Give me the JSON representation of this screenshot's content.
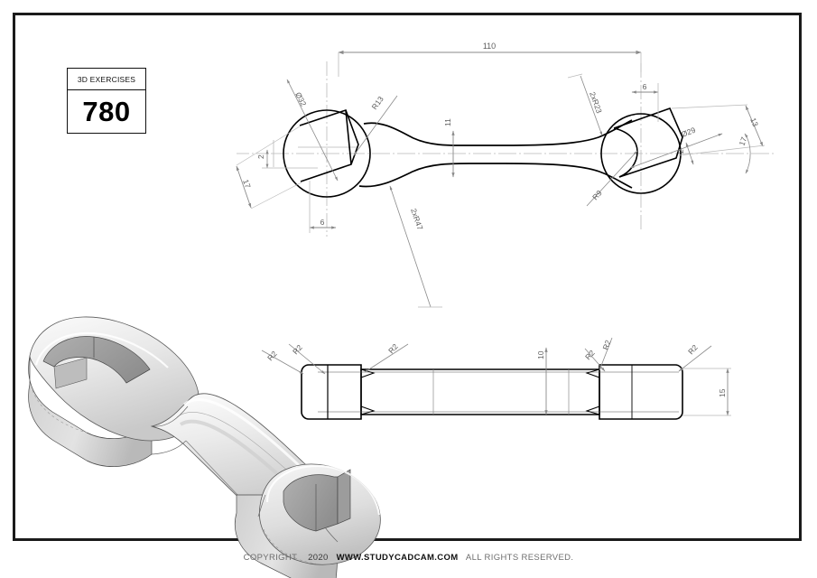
{
  "sheet": {
    "title_block": {
      "header": "3D EXERCISES",
      "number": "780"
    },
    "footer": {
      "copyright": "COPYRIGHT",
      "year": "2020",
      "site": "WWW.STUDYCADCAM.COM",
      "rights": "ALL RIGHTS RESERVED."
    }
  },
  "drawing": {
    "type": "orthographic-technical-drawing",
    "subject": "double open-end wrench / spanner",
    "views": [
      {
        "name": "front-view",
        "label": ""
      },
      {
        "name": "side-view",
        "label": ""
      },
      {
        "name": "isometric-view",
        "label": ""
      }
    ],
    "dimensions": {
      "overall_length": "110",
      "left_head_diameter": "Ø32",
      "right_head_diameter": "Ø29",
      "handle_width": "11",
      "left_jaw_opening": "17",
      "right_jaw_opening": "13",
      "left_jaw_offset": "6",
      "right_jaw_offset": "6",
      "left_chamfer": "2",
      "right_chamfer": "2",
      "fillet_r13": "R13",
      "fillet_r9": "R9",
      "fillet_2xr23": "2xR23",
      "fillet_2xr47": "2xR47",
      "side_thickness_center": "10",
      "side_thickness_head": "15",
      "edge_radius": "R2"
    },
    "callouts": [
      {
        "id": "len-110",
        "text": "110"
      },
      {
        "id": "dia-32",
        "text": "Ø32"
      },
      {
        "id": "r13",
        "text": "R13"
      },
      {
        "id": "w11",
        "text": "11"
      },
      {
        "id": "r23",
        "text": "2xR23"
      },
      {
        "id": "off6-right",
        "text": "6"
      },
      {
        "id": "dia-29",
        "text": "Ø29"
      },
      {
        "id": "ch2-right",
        "text": "2"
      },
      {
        "id": "jaw13",
        "text": "13"
      },
      {
        "id": "jaw17-right",
        "text": "17"
      },
      {
        "id": "r9",
        "text": "R9"
      },
      {
        "id": "jaw17-left",
        "text": "17"
      },
      {
        "id": "ch2-left",
        "text": "2"
      },
      {
        "id": "off6-left",
        "text": "6"
      },
      {
        "id": "r47",
        "text": "2xR47"
      },
      {
        "id": "r2-a",
        "text": "R2"
      },
      {
        "id": "r2-b",
        "text": "R2"
      },
      {
        "id": "r2-c",
        "text": "R2"
      },
      {
        "id": "r2-d",
        "text": "R2"
      },
      {
        "id": "r2-e",
        "text": "R2"
      },
      {
        "id": "r2-f",
        "text": "R2"
      },
      {
        "id": "thk10",
        "text": "10"
      },
      {
        "id": "thk15",
        "text": "15"
      }
    ],
    "colors": {
      "outline": "#000000",
      "dimension": "#8a8a8a",
      "dim_text": "#5d5d5d",
      "frame": "#1a1a1a",
      "shade_light": "#f2f2f2",
      "shade_mid": "#d9d9d9",
      "shade_dark": "#a8a8a8"
    }
  }
}
